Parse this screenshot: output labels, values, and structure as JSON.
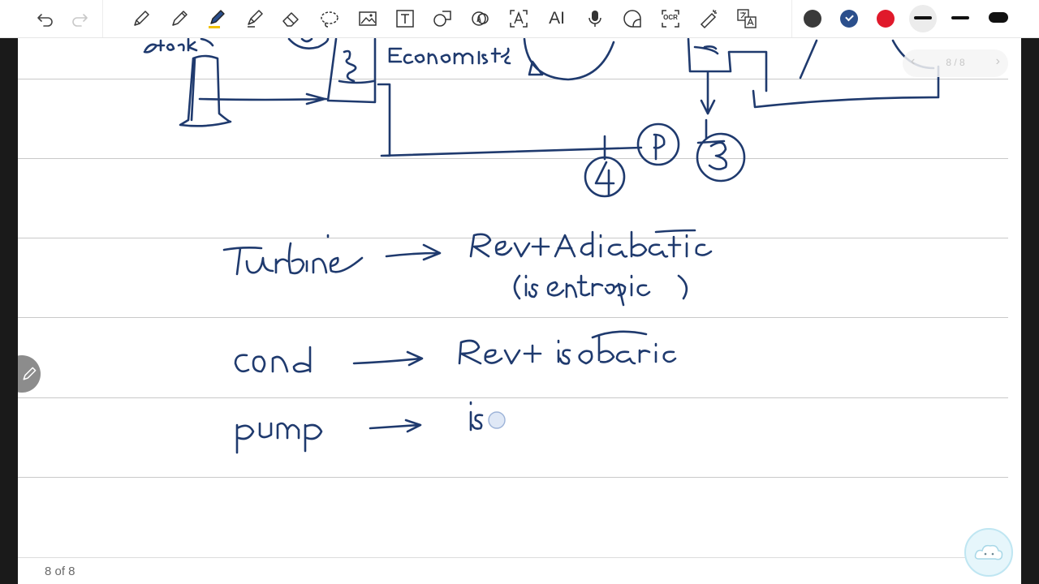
{
  "toolbar": {
    "tools": [
      {
        "name": "undo-icon",
        "interactable": true
      },
      {
        "name": "redo-icon",
        "interactable": false
      },
      {
        "name": "pencil-tool-icon"
      },
      {
        "name": "pen-tool-icon"
      },
      {
        "name": "highlighter-tool-icon",
        "selected": true
      },
      {
        "name": "marker-tool-icon"
      },
      {
        "name": "eraser-tool-icon"
      },
      {
        "name": "lasso-tool-icon"
      },
      {
        "name": "image-tool-icon"
      },
      {
        "name": "text-tool-icon"
      },
      {
        "name": "shape-tool-icon"
      },
      {
        "name": "ink-to-text-icon"
      },
      {
        "name": "recognize-text-icon"
      },
      {
        "name": "ai-tool-icon",
        "label": "AI"
      },
      {
        "name": "microphone-icon"
      },
      {
        "name": "sticker-tool-icon"
      },
      {
        "name": "ocr-tool-icon",
        "label": "OCR"
      },
      {
        "name": "laser-pointer-icon"
      },
      {
        "name": "translate-icon"
      }
    ],
    "colors": [
      "#3a3a3a",
      "#2b4f8c",
      "#e0192b"
    ],
    "selected_color": "#2b4f8c",
    "stroke_widths": [
      "medium",
      "thin",
      "thick"
    ]
  },
  "ink_color": "#1f3a6e",
  "page": {
    "nav_text": "8 / 8",
    "counter_text": "8 of 8"
  }
}
